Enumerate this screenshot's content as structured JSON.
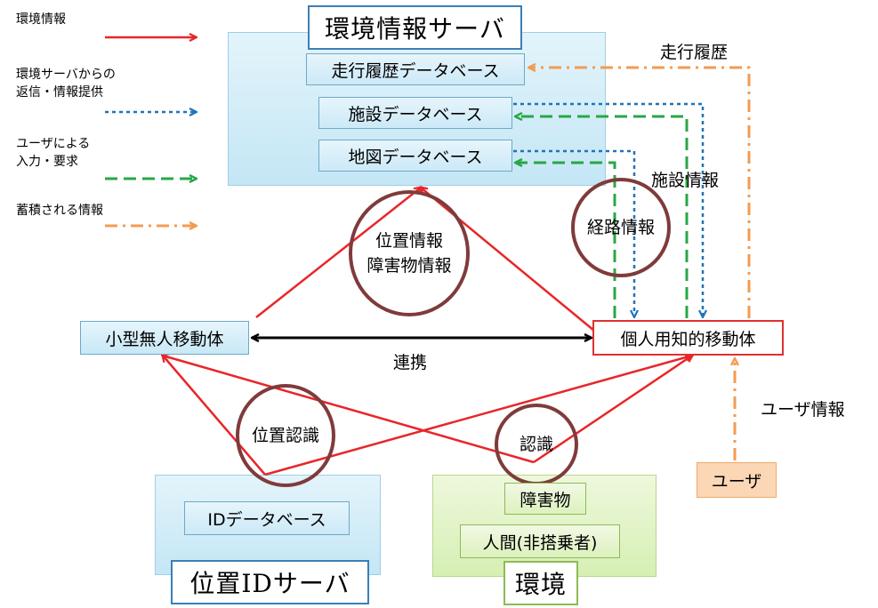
{
  "legend": [
    {
      "label_lines": [
        "環境情報"
      ],
      "color": "#e8262a",
      "style": "solid"
    },
    {
      "label_lines": [
        "環境サーバからの",
        "返信・情報提供"
      ],
      "color": "#1f74b9",
      "style": "dotted"
    },
    {
      "label_lines": [
        "ユーザによる",
        "入力・要求"
      ],
      "color": "#27a745",
      "style": "dashed"
    },
    {
      "label_lines": [
        "蓄積される情報"
      ],
      "color": "#f39b52",
      "style": "dashdot"
    }
  ],
  "server": {
    "title": "環境情報サーバ",
    "databases": [
      "走行履歴データベース",
      "施設データベース",
      "地図データベース"
    ]
  },
  "nodes": {
    "small_robot": "小型無人移動体",
    "personal_vehicle": "個人用知的移動体",
    "user": "ユーザ"
  },
  "circles": {
    "position_obstacle": [
      "位置情報",
      "障害物情報"
    ],
    "route_info": [
      "経路情報"
    ],
    "position_recognition": [
      "位置認識"
    ],
    "recognition": [
      "認識"
    ]
  },
  "edge_labels": {
    "cooperation": "連携",
    "travel_history": "走行履歴",
    "facility_info": "施設情報",
    "user_info": "ユーザ情報"
  },
  "position_id_server": {
    "title": "位置IDサーバ",
    "database": "IDデータベース"
  },
  "environment": {
    "title": "環境",
    "items": [
      "障害物",
      "人間(非搭乗者)"
    ]
  },
  "colors": {
    "red": "#e8262a",
    "blue": "#1f74b9",
    "green": "#27a745",
    "orange": "#f39b52",
    "circle": "#7f3b3b",
    "black": "#000000"
  }
}
